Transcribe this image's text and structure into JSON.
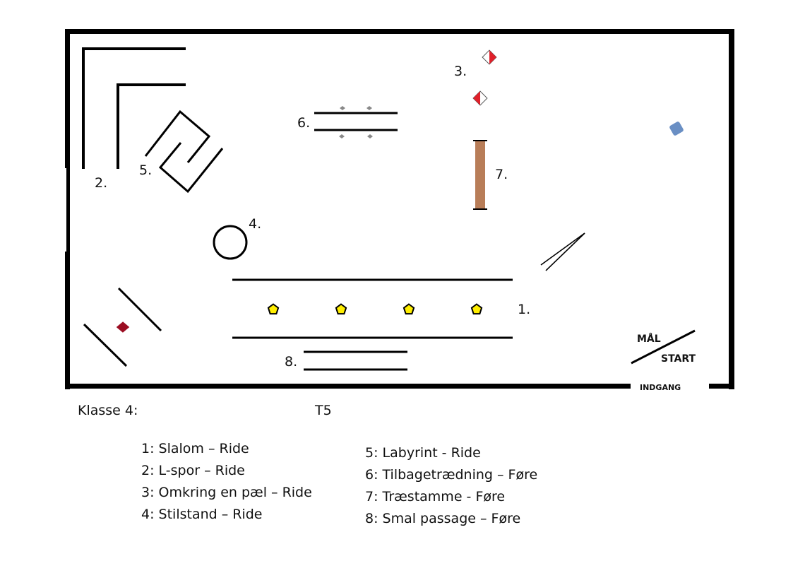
{
  "course": {
    "stations": {
      "slalom": {
        "number_label": "1.",
        "cone_count": 4,
        "cone_color": "#ffee00"
      },
      "l_spor": {
        "number_label": "2."
      },
      "omkring_pael": {
        "number_label": "3.",
        "marker_color": "#e0202a"
      },
      "stilstand": {
        "number_label": "4."
      },
      "labyrint": {
        "number_label": "5."
      },
      "tilbagetraedning": {
        "number_label": "6.",
        "marker_color": "#888888"
      },
      "traestamme": {
        "number_label": "7.",
        "trunk_color": "#b87d58"
      },
      "smal_passage": {
        "number_label": "8."
      }
    },
    "start_finish": {
      "finish_label": "MÅL",
      "start_label": "START"
    },
    "entrance_label": "INDGANG",
    "colors": {
      "wall": "#000000",
      "blue_marker": "#6a8fc4",
      "red_marker": "#9b0d22"
    }
  },
  "caption": {
    "class_label": "Klasse 4:",
    "course_code": "T5"
  },
  "legend": {
    "left": [
      "1: Slalom – Ride",
      "2: L-spor – Ride",
      "3: Omkring en pæl – Ride",
      "4: Stilstand – Ride"
    ],
    "right": [
      "5: Labyrint - Ride",
      "6: Tilbagetrædning – Føre",
      "7: Træstamme - Føre",
      "8: Smal passage – Føre"
    ]
  }
}
